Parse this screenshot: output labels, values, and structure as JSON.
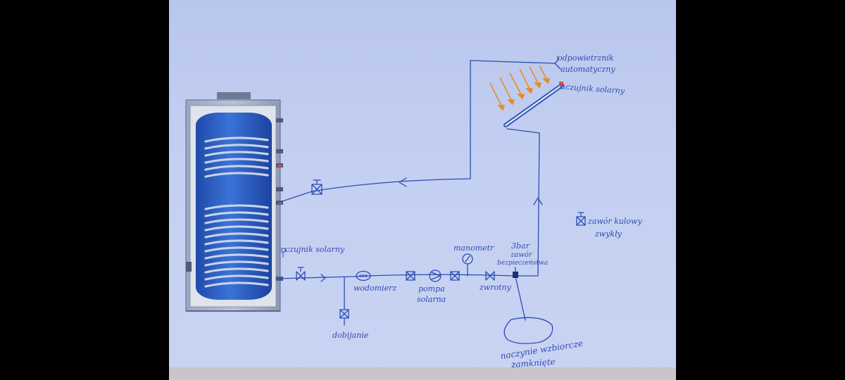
{
  "labels": {
    "air_vent_line1": "odpowietrznik",
    "air_vent_line2": "automatyczny",
    "solar_sensor_collector": "czujnik solarny",
    "solar_sensor_tank": "czujnik solarny",
    "water_meter": "wodomierz",
    "pump_line1": "pompa",
    "pump_line2": "solarna",
    "manometer": "manometr",
    "check_valve": "zwrotny",
    "safety_line1": "3bar",
    "safety_line2": "zawór",
    "safety_line3": "bezpieczeństwa",
    "filling": "dobijanie",
    "vessel_line1": "naczynie wzbiorcze",
    "vessel_line2": "zamknięte",
    "legend_line1": "zawór kulowy",
    "legend_line2": "zwykły"
  },
  "colors": {
    "ink": "#2b4db0",
    "tank_blue": "#2f5fc8",
    "coil": "#c8d3ea",
    "sun_arrows": "#e88a2a"
  }
}
